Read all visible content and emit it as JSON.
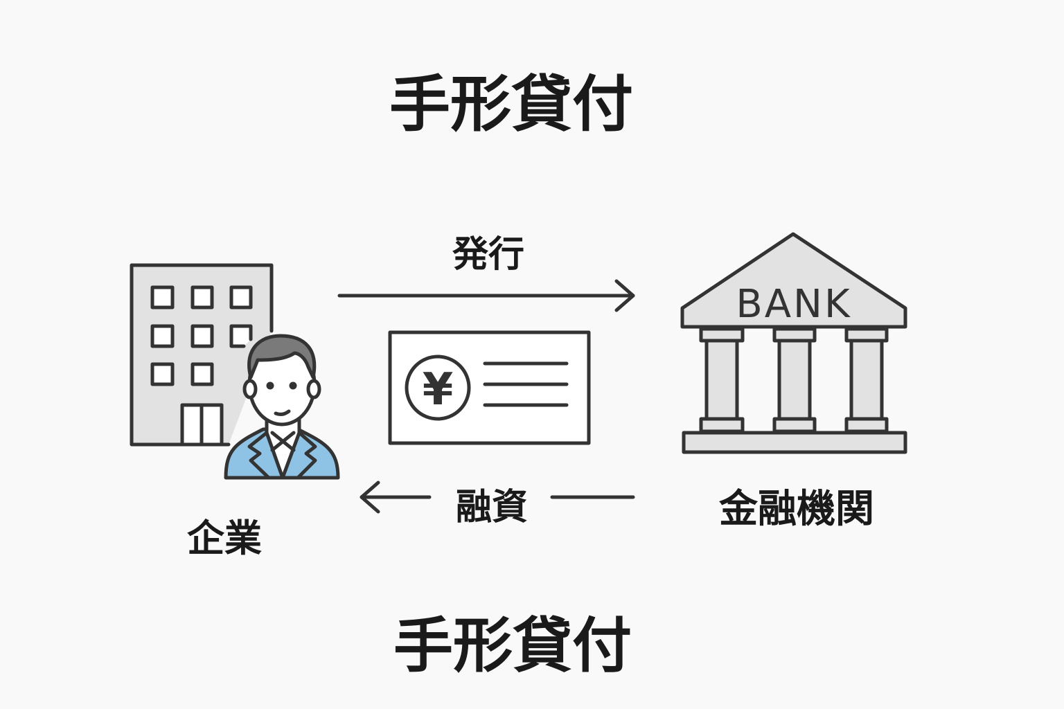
{
  "title": "手形貸付",
  "title_bottom": "手形貸付",
  "labels": {
    "issue": "発行",
    "loan": "融資",
    "bank": "金融機関",
    "company": "企業"
  },
  "bank_sign": "BANK",
  "note_symbol": "¥",
  "colors": {
    "stroke": "#333333",
    "fill": "#e2e2e2",
    "suit": "#8fc3e6",
    "hair": "#7a7a7a",
    "background": "#f9f9f9"
  }
}
